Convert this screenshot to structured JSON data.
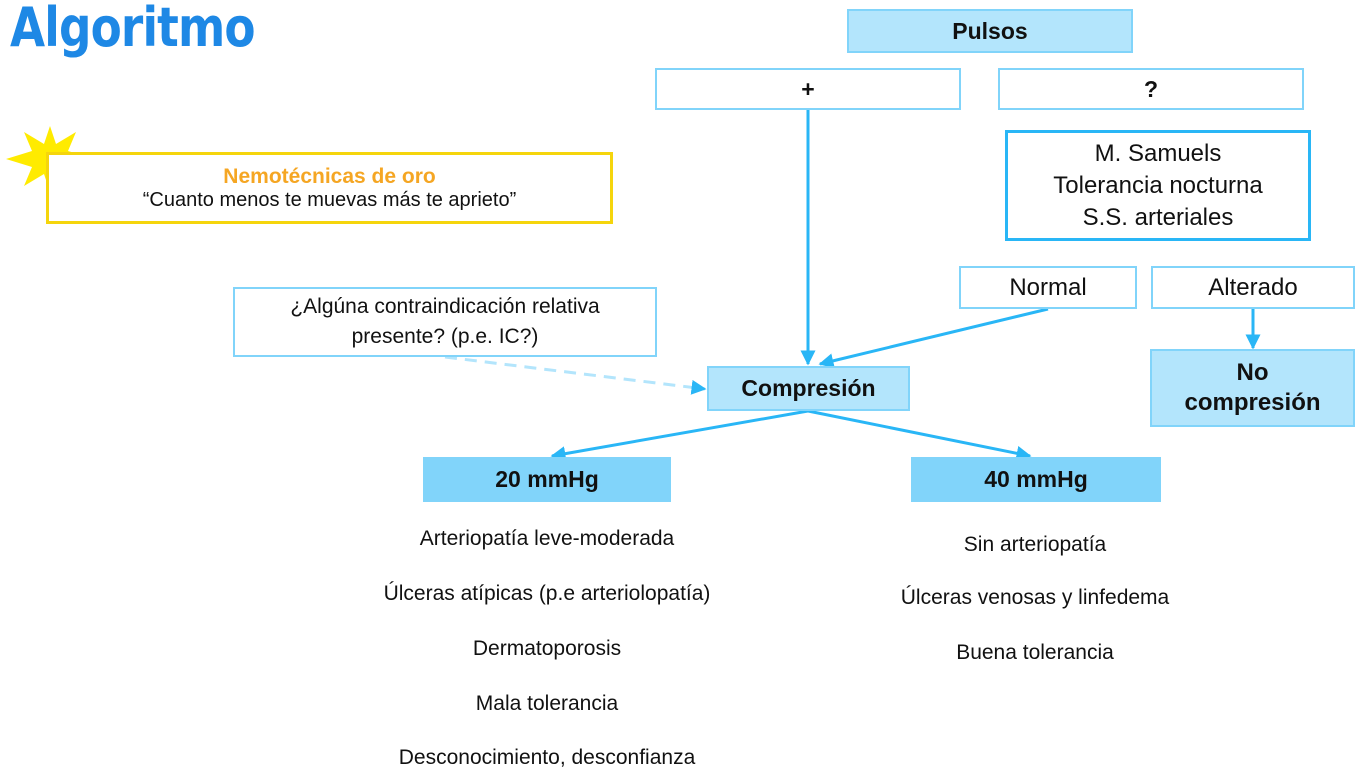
{
  "title": "Algoritmo",
  "mnemonic": {
    "title": "Nemotécnicas de oro",
    "quote": "“Cuanto menos te muevas más te aprieto”"
  },
  "nodes": {
    "pulsos": "Pulsos",
    "plus": "+",
    "question": "?",
    "tests": [
      "M. Samuels",
      "Tolerancia nocturna",
      "S.S. arteriales"
    ],
    "normal": "Normal",
    "alterado": "Alterado",
    "no_compression": [
      "No",
      "compresión"
    ],
    "contra": [
      "¿Algúna contraindicación relativa",
      "presente? (p.e. IC?)"
    ],
    "compression": "Compresión",
    "mmhg20": "20 mmHg",
    "mmhg40": "40 mmHg"
  },
  "list20": [
    "Arteriopatía leve-moderada",
    "Úlceras atípicas (p.e arteriolopatía)",
    "Dermatoporosis",
    "Mala tolerancia",
    "Desconocimiento, desconfianza"
  ],
  "list40": [
    "Sin arteriopatía",
    "Úlceras venosas y linfedema",
    "Buena tolerancia"
  ],
  "colors": {
    "title": "#1e88e5",
    "arrow": "#29b6f6",
    "star": "#ffeb00",
    "mnemonic_border": "#f5d50c",
    "mnemonic_title": "#f5a623"
  }
}
